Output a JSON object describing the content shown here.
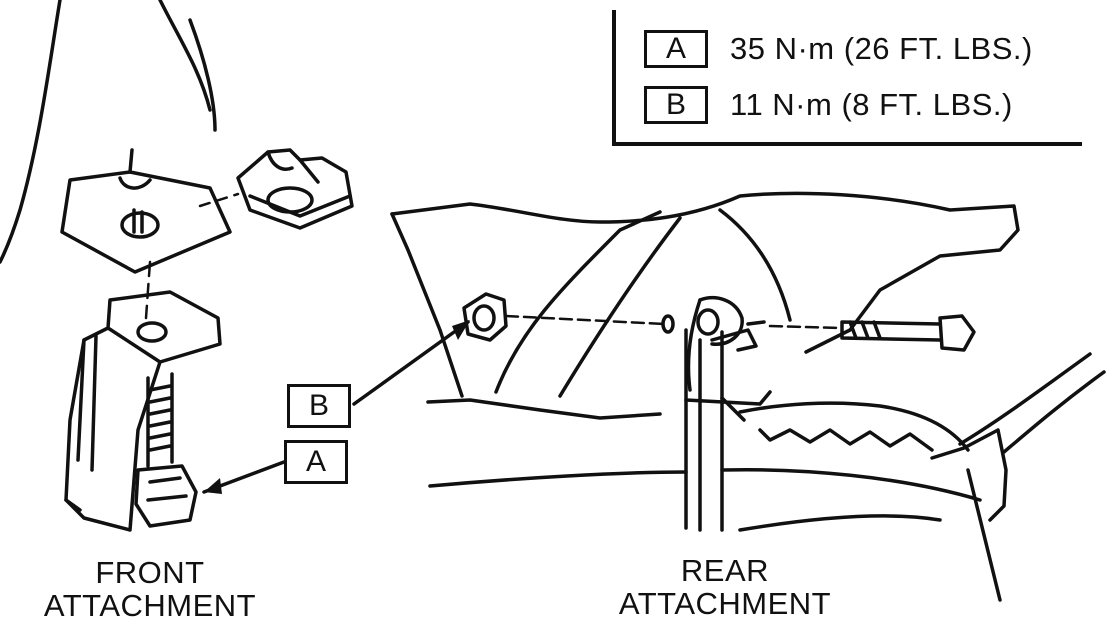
{
  "legend": {
    "rows": [
      {
        "key": "A",
        "text": "35 N·m (26 FT. LBS.)"
      },
      {
        "key": "B",
        "text": "11 N·m (8 FT. LBS.)"
      }
    ]
  },
  "callouts": {
    "b": "B",
    "a": "A"
  },
  "captions": {
    "front_line1": "FRONT",
    "front_line2": "ATTACHMENT",
    "rear_line1": "REAR",
    "rear_line2": "ATTACHMENT"
  }
}
